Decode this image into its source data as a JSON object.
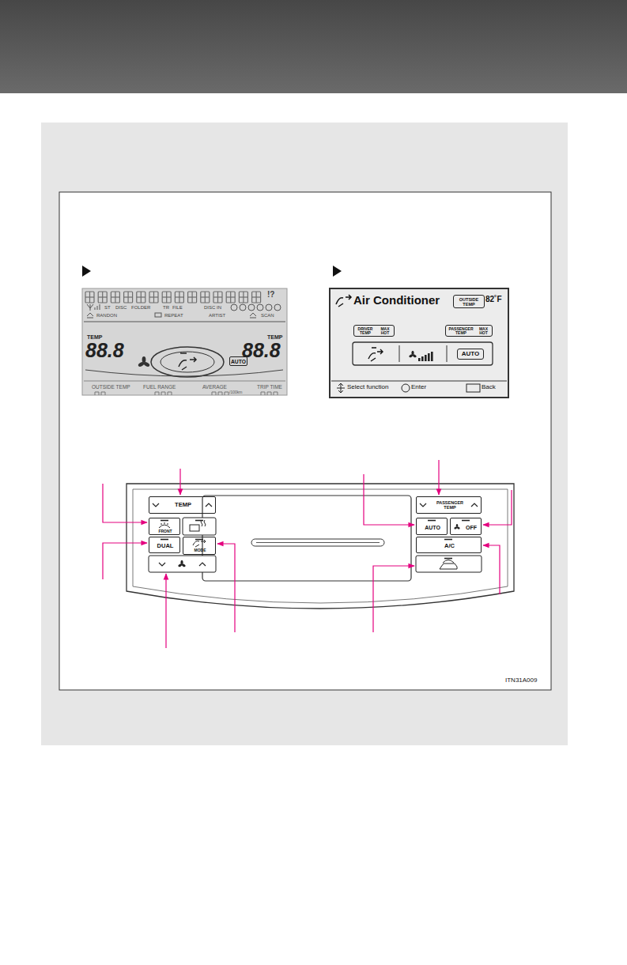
{
  "diagram": {
    "nodes": [
      {
        "text": [
          "AUTO"
        ]
      },
      {
        "text": [
          "Air Conditioner"
        ]
      },
      {
        "text": [
          "OUTSIDE TEMP"
        ],
        "in": 1
      },
      {
        "text": [
          "DRIVER TEMP",
          "MAX HOT"
        ],
        "in": 1
      },
      {
        "text": [
          "PASSENGER TEMP",
          "MAX HOT"
        ],
        "in": 1
      },
      {
        "text": [
          "AUTO"
        ],
        "in": 1
      },
      {
        "text": [
          "TEMP"
        ]
      },
      {
        "text": [
          "FRONT"
        ]
      },
      {
        "text": [
          "DUAL"
        ]
      },
      {
        "text": [
          "MODE"
        ]
      },
      {
        "text": [
          "PASSENGER TEMP"
        ]
      },
      {
        "text": [
          "AUTO"
        ]
      },
      {
        "text": [
          "OFF"
        ]
      },
      {
        "text": [
          "A/C"
        ]
      }
    ],
    "labels": [
      "!?",
      "ST",
      "DISC",
      "FOLDER",
      "TR",
      "FILE",
      "DISC IN",
      "RANDON",
      "REPEAT",
      "ARTIST",
      "SCAN",
      "TEMP",
      "88.8",
      "TEMP",
      "88.8",
      "OUTSIDE TEMP",
      "FUEL RANGE",
      "AVERAGE",
      "TRIP TIME",
      "/100km",
      "82˚F",
      "Select function",
      "Enter",
      "Back",
      "ITN31A009"
    ]
  }
}
